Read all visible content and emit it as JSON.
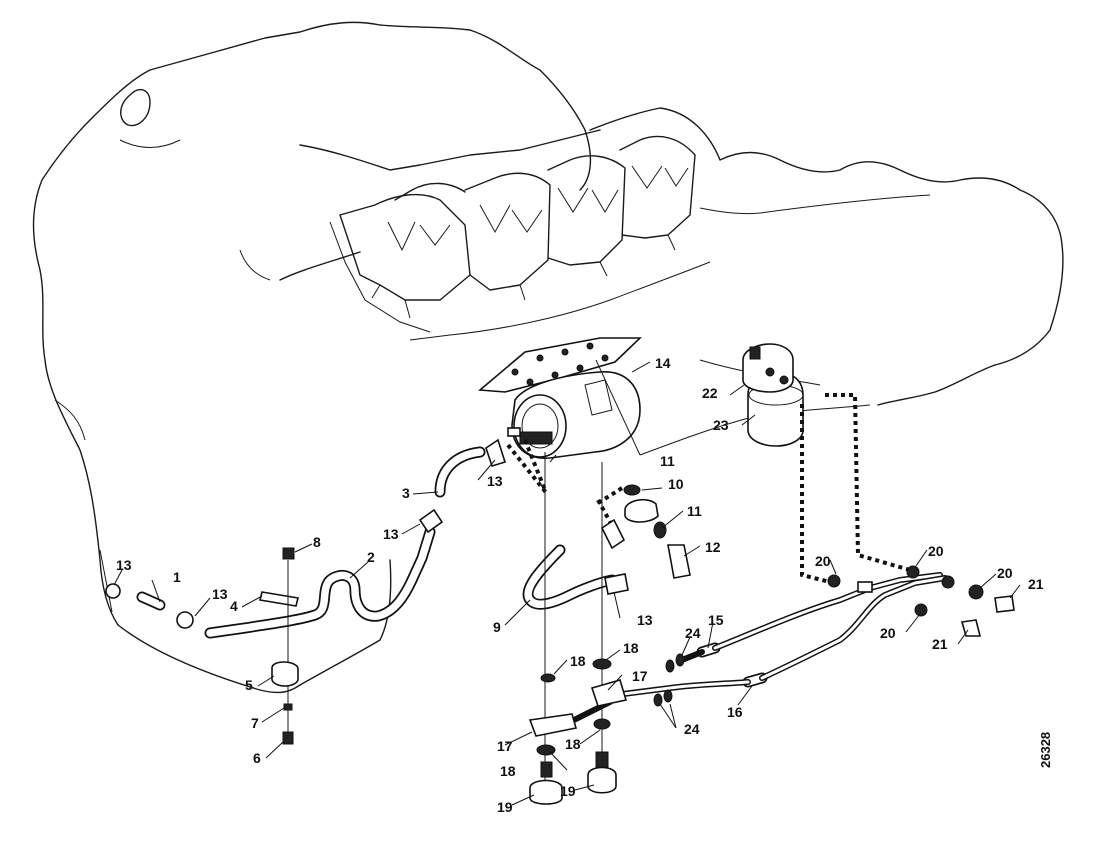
{
  "figure_number": "26328",
  "callouts": {
    "c1": "1",
    "c2": "2",
    "c3": "3",
    "c4": "4",
    "c5": "5",
    "c6": "6",
    "c7": "7",
    "c8": "8",
    "c9": "9",
    "c10": "10",
    "c11": "11",
    "c12": "12",
    "c13": "13",
    "c14": "14",
    "c15": "15",
    "c16": "16",
    "c17": "17",
    "c18": "18",
    "c19": "19",
    "c20": "20",
    "c21": "21",
    "c22": "22",
    "c23": "23",
    "c24": "24"
  }
}
